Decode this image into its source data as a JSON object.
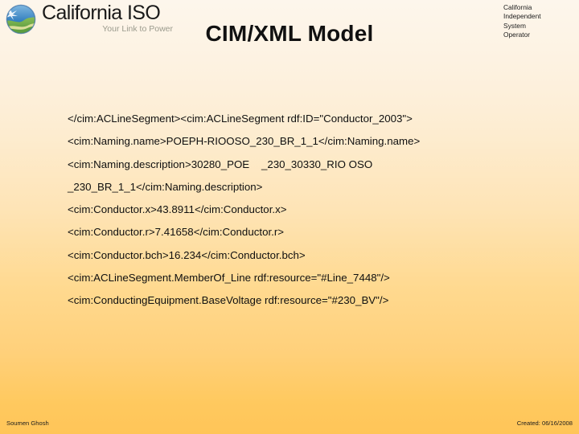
{
  "header": {
    "logo": {
      "icon_name": "california-iso-globe-logo",
      "name": "California ISO",
      "tagline": "Your Link to Power",
      "colors": {
        "globe_sky": "#2e7fc1",
        "globe_land": "#5d9e3f",
        "globe_ring": "#3a6ea5"
      }
    },
    "org_lines": [
      "California",
      "Independent",
      "System",
      "Operator"
    ],
    "title": "CIM/XML Model"
  },
  "body": {
    "code_lines": [
      "</cim:ACLineSegment><cim:ACLineSegment rdf:ID=\"Conductor_2003\">",
      "<cim:Naming.name>POEPH-RIOOSO_230_BR_1_1</cim:Naming.name>",
      "<cim:Naming.description>30280_POE    _230_30330_RIO OSO _230_BR_1_1</cim:Naming.description>",
      "<cim:Conductor.x>43.8911</cim:Conductor.x>",
      "<cim:Conductor.r>7.41658</cim:Conductor.r>",
      "<cim:Conductor.bch>16.234</cim:Conductor.bch>",
      "<cim:ACLineSegment.MemberOf_Line rdf:resource=\"#Line_7448\"/>",
      "<cim:ConductingEquipment.BaseVoltage rdf:resource=\"#230_BV\"/>"
    ]
  },
  "footer": {
    "author": "Soumen Ghosh",
    "created": "Created: 06/16/2008"
  },
  "theme": {
    "background_top": "#fdf6ec",
    "background_bottom": "#ffc558",
    "text_color": "#101010"
  }
}
